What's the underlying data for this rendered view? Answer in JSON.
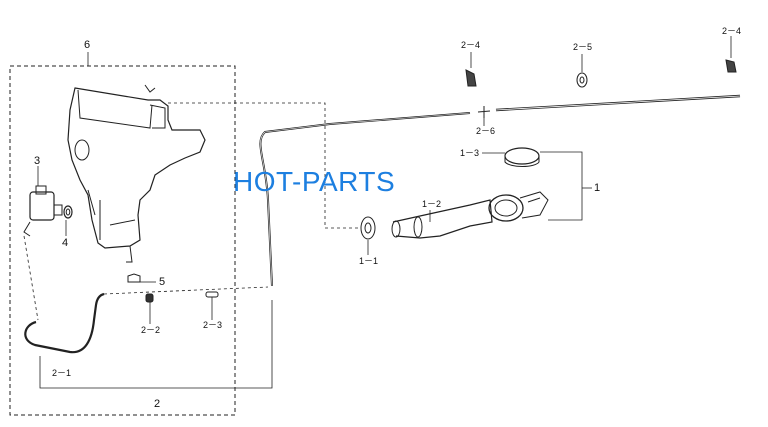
{
  "watermark": "HOT-PARTS",
  "labels": {
    "l6": "6",
    "l3": "3",
    "l4": "4",
    "l5": "5",
    "l2": "2",
    "l1": "1",
    "l2_1": "2－1",
    "l2_2": "2－2",
    "l2_3": "2－3",
    "l2_4a": "2－4",
    "l2_4b": "2－4",
    "l2_5": "2－5",
    "l2_6": "2－6",
    "l1_1": "1－1",
    "l1_2": "1－2",
    "l1_3": "1－3"
  }
}
